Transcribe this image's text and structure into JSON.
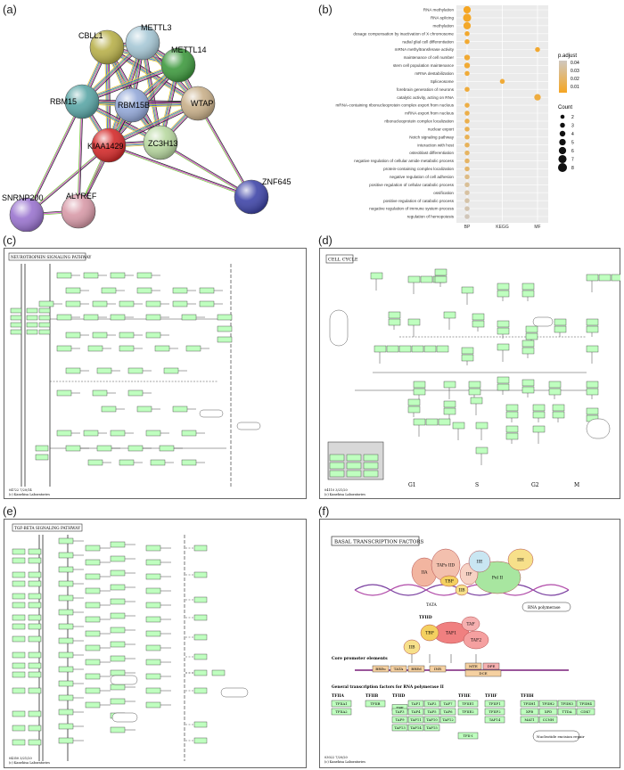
{
  "panels": {
    "a": "(a)",
    "b": "(b)",
    "c": "(c)",
    "d": "(d)",
    "e": "(e)",
    "f": "(f)"
  },
  "network": {
    "nodes": [
      {
        "name": "CBLL1",
        "color": "#b8b04a"
      },
      {
        "name": "METTL3",
        "color": "#a7c8d6"
      },
      {
        "name": "METTL14",
        "color": "#3f9a3f"
      },
      {
        "name": "RBM15",
        "color": "#5aa6a6"
      },
      {
        "name": "RBM15B",
        "color": "#93a8d8"
      },
      {
        "name": "WTAP",
        "color": "#c9b08a"
      },
      {
        "name": "KIAA1429",
        "color": "#d42a2a"
      },
      {
        "name": "ZC3H13",
        "color": "#b8d8a0"
      },
      {
        "name": "ZNF645",
        "color": "#3f45a8"
      },
      {
        "name": "SNRNP200",
        "color": "#9a74cf"
      },
      {
        "name": "ALYREF",
        "color": "#d89aa8"
      }
    ]
  },
  "chart_data": {
    "type": "scatter",
    "categories": [
      "BP",
      "KEGG",
      "MF"
    ],
    "terms": [
      "RNA methylation",
      "RNA splicing",
      "methylation",
      "dosage compensation by inactivation of X chromosome",
      "radial glial cell differentiation",
      "mRNA methyltransferase activity",
      "maintenance of cell number",
      "stem cell population maintenance",
      "mRNA destabilization",
      "Spliceosome",
      "forebrain generation of neurons",
      "catalytic activity, acting on RNA",
      "mRNA-containing ribonucleoprotein complex export from nucleus",
      "mRNA export from nucleus",
      "ribonucleoprotein complex localization",
      "nuclear export",
      "Notch signaling pathway",
      "interaction with host",
      "osteoblast differentiation",
      "negative regulation of cellular amide metabolic process",
      "protein-containing complex localization",
      "negative regulation of cell adhesion",
      "positive regulation of cellular catabolic process",
      "ossification",
      "positive regulation of catabolic process",
      "negative regulation of immune system process",
      "regulation of hemopoiesis"
    ],
    "points": [
      {
        "term": "RNA methylation",
        "cat": "BP",
        "count": 6,
        "p": 0.002
      },
      {
        "term": "RNA splicing",
        "cat": "BP",
        "count": 7,
        "p": 0.003
      },
      {
        "term": "methylation",
        "cat": "BP",
        "count": 6,
        "p": 0.004
      },
      {
        "term": "dosage compensation by inactivation of X chromosome",
        "cat": "BP",
        "count": 3,
        "p": 0.005
      },
      {
        "term": "radial glial cell differentiation",
        "cat": "BP",
        "count": 3,
        "p": 0.006
      },
      {
        "term": "mRNA methyltransferase activity",
        "cat": "MF",
        "count": 3,
        "p": 0.006
      },
      {
        "term": "maintenance of cell number",
        "cat": "BP",
        "count": 4,
        "p": 0.007
      },
      {
        "term": "stem cell population maintenance",
        "cat": "BP",
        "count": 4,
        "p": 0.007
      },
      {
        "term": "mRNA destabilization",
        "cat": "BP",
        "count": 3,
        "p": 0.008
      },
      {
        "term": "Spliceosome",
        "cat": "KEGG",
        "count": 3,
        "p": 0.008
      },
      {
        "term": "forebrain generation of neurons",
        "cat": "BP",
        "count": 3,
        "p": 0.009
      },
      {
        "term": "catalytic activity, acting on RNA",
        "cat": "MF",
        "count": 5,
        "p": 0.01
      },
      {
        "term": "mRNA-containing ribonucleoprotein complex export from nucleus",
        "cat": "BP",
        "count": 3,
        "p": 0.012
      },
      {
        "term": "mRNA export from nucleus",
        "cat": "BP",
        "count": 3,
        "p": 0.013
      },
      {
        "term": "ribonucleoprotein complex localization",
        "cat": "BP",
        "count": 3,
        "p": 0.014
      },
      {
        "term": "nuclear export",
        "cat": "BP",
        "count": 3,
        "p": 0.015
      },
      {
        "term": "Notch signaling pathway",
        "cat": "BP",
        "count": 3,
        "p": 0.016
      },
      {
        "term": "interaction with host",
        "cat": "BP",
        "count": 3,
        "p": 0.018
      },
      {
        "term": "osteoblast differentiation",
        "cat": "BP",
        "count": 3,
        "p": 0.02
      },
      {
        "term": "negative regulation of cellular amide metabolic process",
        "cat": "BP",
        "count": 3,
        "p": 0.021
      },
      {
        "term": "protein-containing complex localization",
        "cat": "BP",
        "count": 3,
        "p": 0.022
      },
      {
        "term": "negative regulation of cell adhesion",
        "cat": "BP",
        "count": 3,
        "p": 0.03
      },
      {
        "term": "positive regulation of cellular catabolic process",
        "cat": "BP",
        "count": 3,
        "p": 0.035
      },
      {
        "term": "ossification",
        "cat": "BP",
        "count": 3,
        "p": 0.038
      },
      {
        "term": "positive regulation of catabolic process",
        "cat": "BP",
        "count": 3,
        "p": 0.04
      },
      {
        "term": "negative regulation of immune system process",
        "cat": "BP",
        "count": 3,
        "p": 0.042
      },
      {
        "term": "regulation of hemopoiesis",
        "cat": "BP",
        "count": 3,
        "p": 0.045
      }
    ],
    "legend": {
      "color_title": "p.adjust",
      "color_ticks": [
        "0.04",
        "0.03",
        "0.02",
        "0.01"
      ],
      "size_title": "Count",
      "size_ticks": [
        "2",
        "3",
        "4",
        "5",
        "6",
        "7",
        "8"
      ]
    }
  },
  "kegg": {
    "c": {
      "title": "NEUROTROPHIN SIGNALING PATHWAY",
      "footer": [
        "04722 7/20/14",
        "(c) Kanehisa Laboratories"
      ]
    },
    "d": {
      "title": "CELL CYCLE",
      "footer": [
        "04110 3/21/20",
        "(c) Kanehisa Laboratories"
      ],
      "phases": [
        "G1",
        "S",
        "G2",
        "M"
      ]
    },
    "e": {
      "title": "TGF-BETA SIGNALING PATHWAY",
      "footer": [
        "04350 3/21/20",
        "(c) Kanehisa Laboratories"
      ]
    },
    "f": {
      "title": "BASAL TRANSCRIPTION FACTORS",
      "footer": [
        "03022 7/20/20",
        "(c) Kanehisa Laboratories"
      ],
      "labels": {
        "tata": "TATA",
        "rnapol": "RNA polymerase",
        "tfiid": "TFIID",
        "core": "Core promoter elements",
        "gtf": "General transcription factors for RNA polymerase II",
        "ner": "Nucleotide excision repair",
        "iia": "IIA",
        "iib": "IIB",
        "iif": "IIF",
        "iie": "IIE",
        "iih": "IIH",
        "tbp": "TBP",
        "polii": "Pol II",
        "tafs": "TAFs IID",
        "taf1": "TAF1",
        "taf2": "TAF2",
        "taf": "TAF"
      },
      "elements": [
        "BREu",
        "TATA",
        "BREd",
        "INR",
        "MTE",
        "DPE",
        "DCE"
      ],
      "groups": [
        {
          "name": "TFIIA",
          "items": [
            "TFIIA1",
            "TFIIA2"
          ]
        },
        {
          "name": "TFIIB",
          "items": [
            "TFIIB"
          ]
        },
        {
          "name": "TFIID",
          "items": [
            "TBP",
            "TAF1",
            "TAF2",
            "TAF7",
            "TAF3",
            "TAF4",
            "TAF5",
            "TAF6",
            "TAF9",
            "TAF11",
            "TAF10",
            "TAF12",
            "TAF13",
            "TAF14",
            "TAF15"
          ]
        },
        {
          "name": "TFIIE",
          "items": [
            "TFIIE1",
            "TFIIE2"
          ]
        },
        {
          "name": "TFIIF",
          "items": [
            "TFIIF1",
            "TFIIF2",
            "TAF14"
          ]
        },
        {
          "name": "TFIIH",
          "items": [
            "TFIIH1",
            "TFIIH2",
            "TFIIH3",
            "TFIIH4",
            "XPB",
            "XPD",
            "TTDA",
            "CDK7",
            "MAT1",
            "CCNH"
          ]
        },
        {
          "name": "",
          "items": [
            "TFII-I"
          ]
        }
      ]
    }
  }
}
